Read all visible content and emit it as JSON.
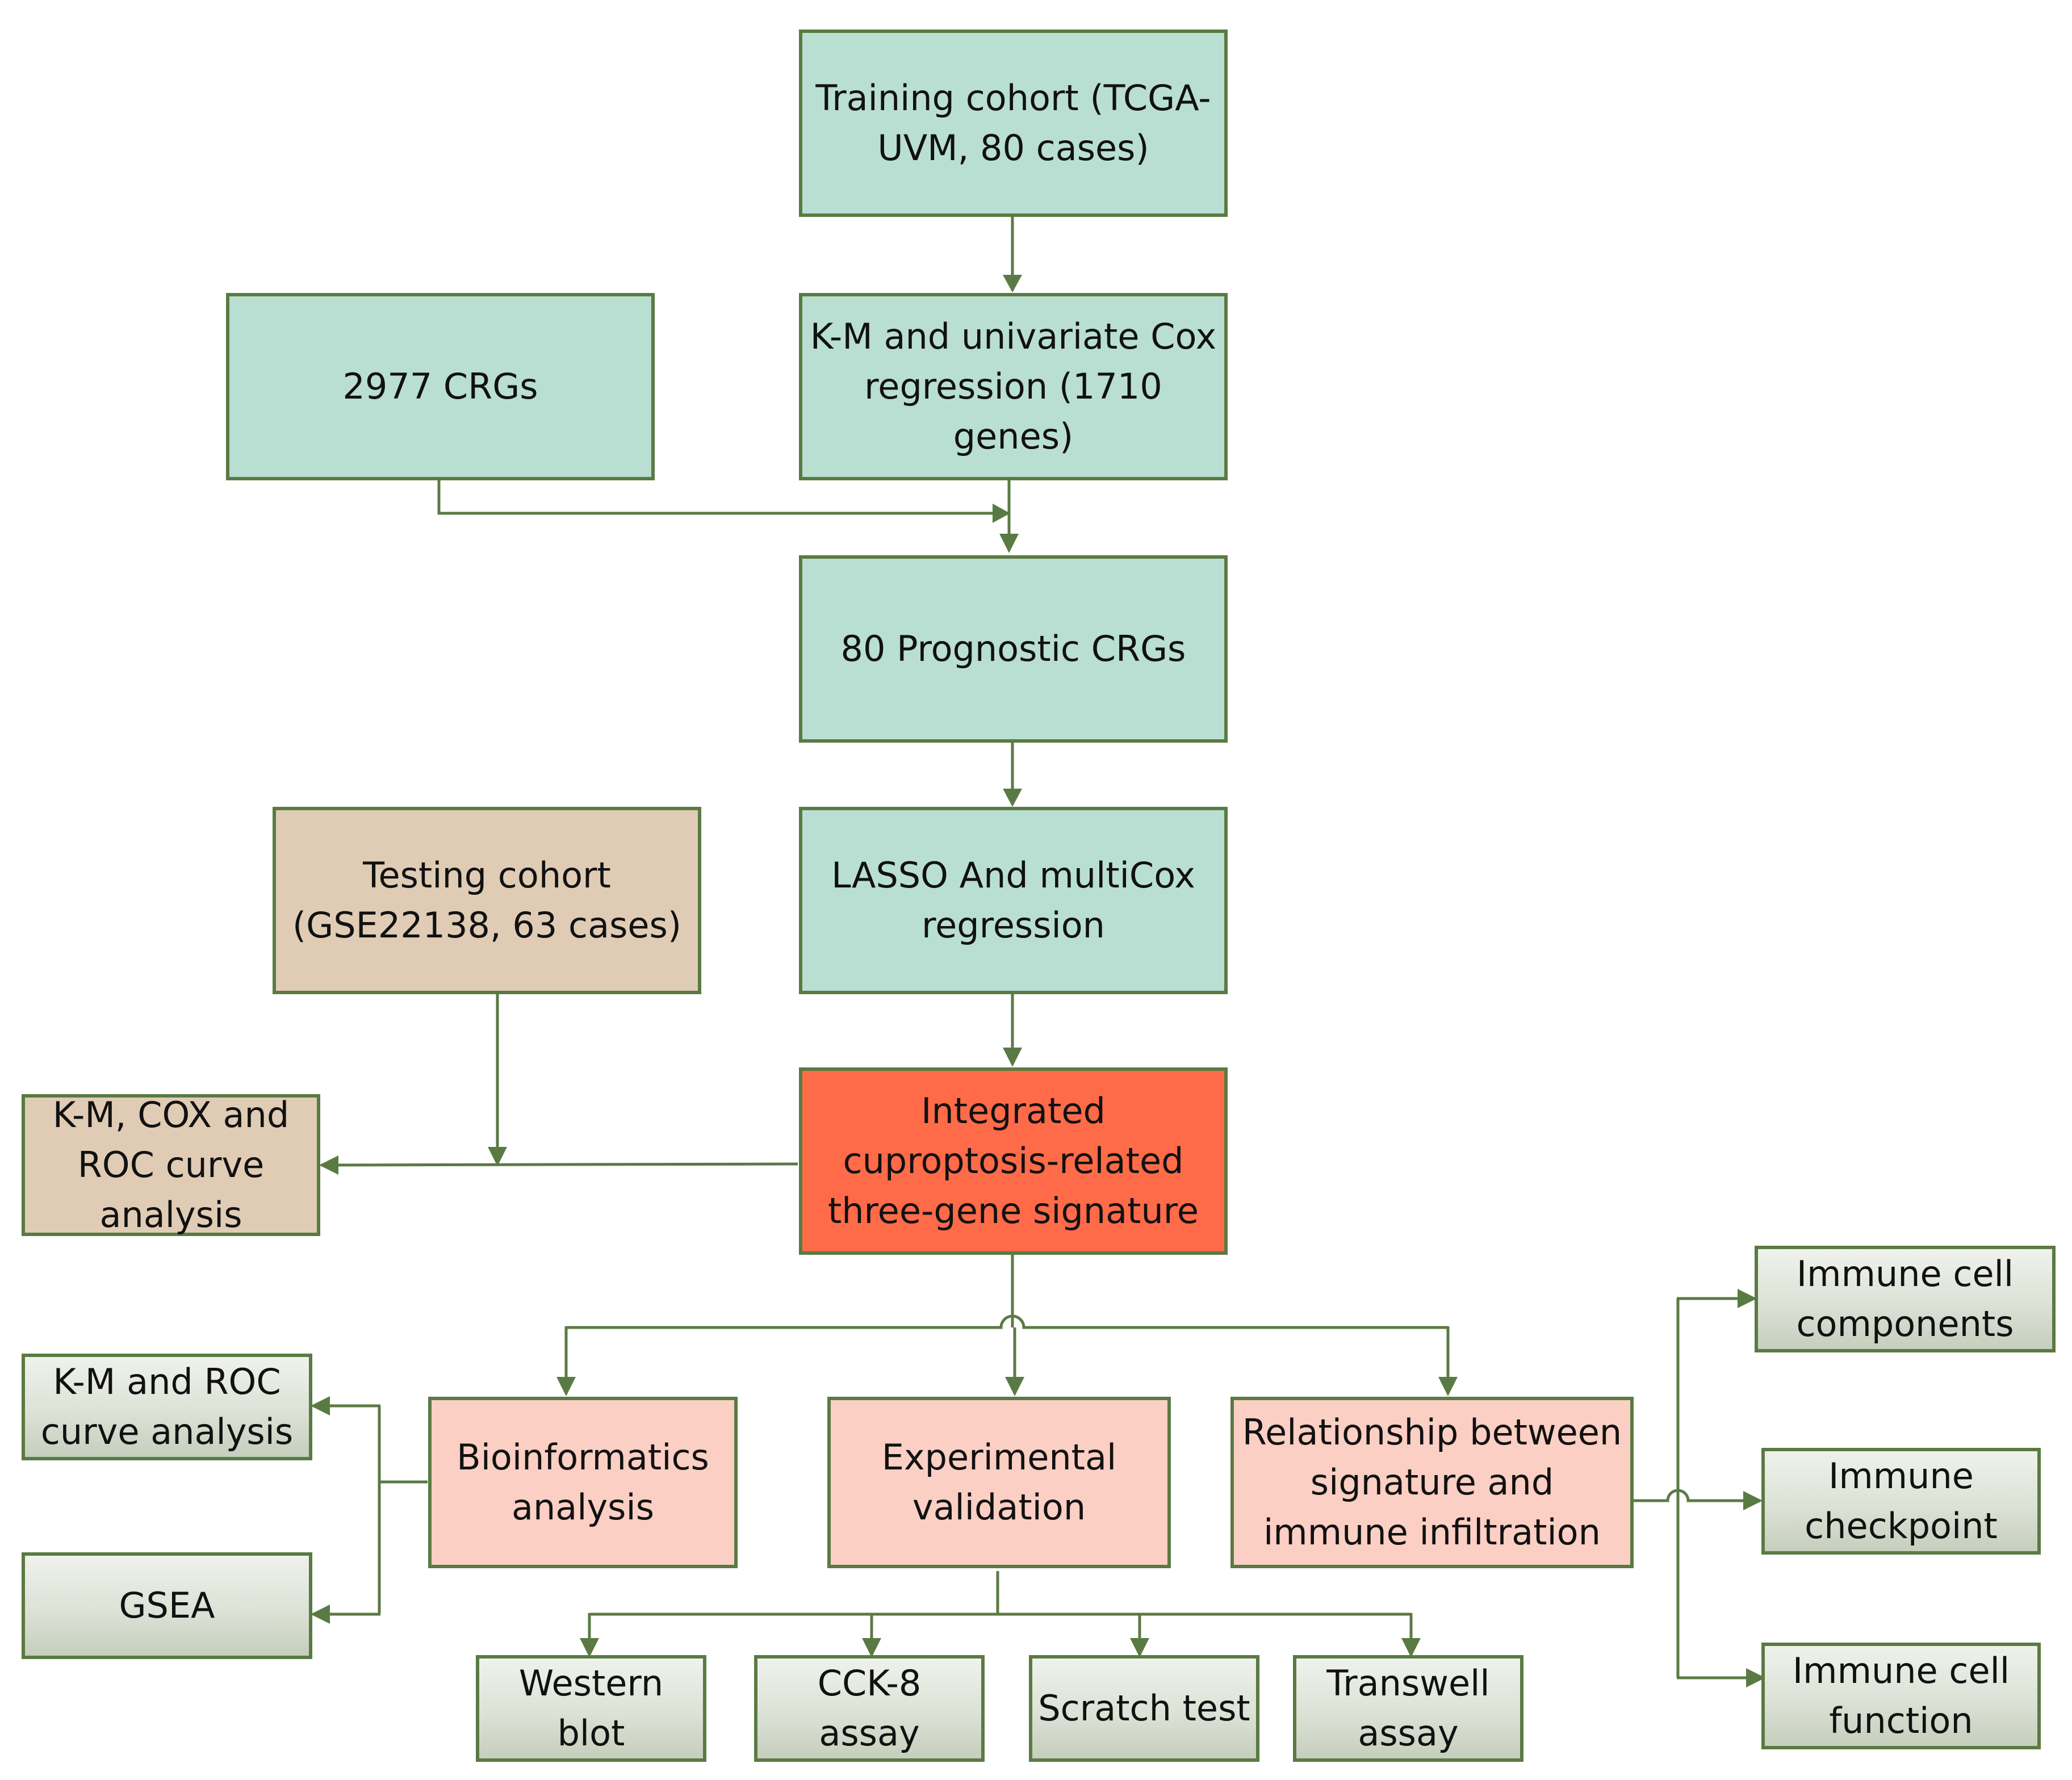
{
  "nodes": {
    "training_cohort": "Training cohort (TCGA-UVM, 80 cases)",
    "km_univariate": "K-M and univariate Cox regression (1710 genes)",
    "crgs": "2977 CRGs",
    "prognostic": "80 Prognostic CRGs",
    "testing_cohort": "Testing cohort (GSE22138, 63 cases)",
    "lasso": "LASSO And multiCox regression",
    "km_cox_roc": "K-M, COX and ROC curve analysis",
    "signature": "Integrated cuproptosis-related three-gene signature",
    "km_roc": "K-M and ROC curve analysis",
    "gsea": "GSEA",
    "bioinformatics": "Bioinformatics analysis",
    "experimental": "Experimental validation",
    "relationship": "Relationship between signature and immune infiltration",
    "immune_components": "Immune cell components",
    "immune_checkpoint": "Immune checkpoint",
    "immune_function": "Immune cell function",
    "western": "Western blot",
    "cck8": "CCK-8 assay",
    "scratch": "Scratch test",
    "transwell": "Transwell assay"
  },
  "colors": {
    "line": "#5a7a43",
    "teal": "#b9dfd3",
    "tan": "#e0ccb5",
    "highlight": "#ff6b48",
    "pink": "#fbcfc4",
    "gray_top": "#eff2ec",
    "gray_bottom": "#c6cebd"
  }
}
